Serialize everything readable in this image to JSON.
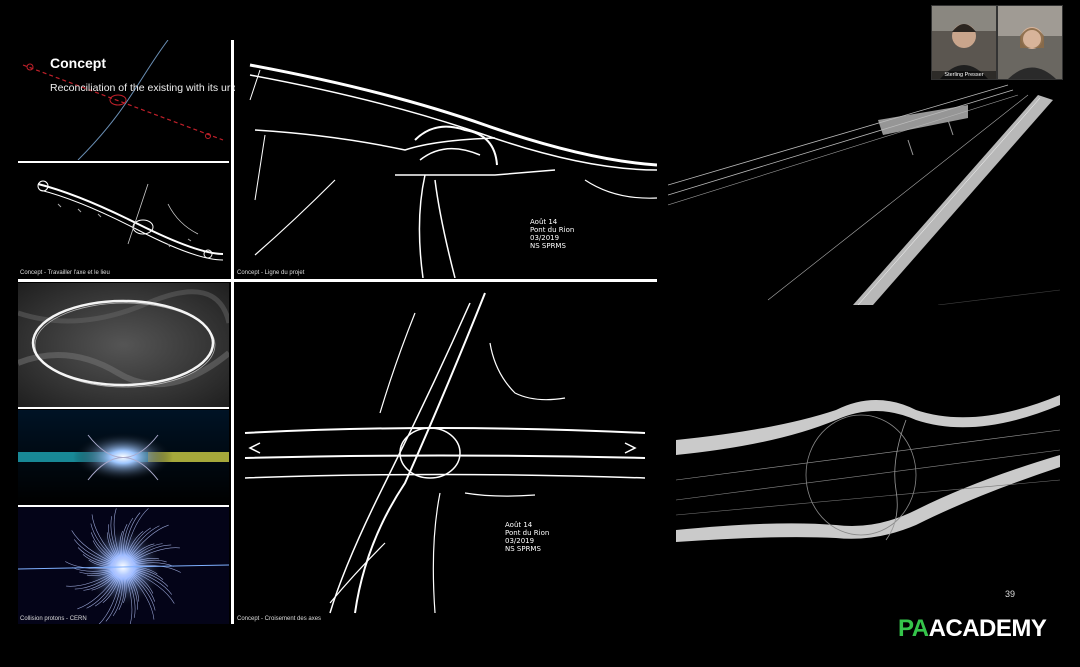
{
  "slide": {
    "title": "Concept",
    "subtitle": "Reconciliation of the existing with its urban and natural landscape",
    "page_number": "39"
  },
  "captions": {
    "sketch_axis": "Concept - Travailler l'axe et le lieu",
    "sketch_line": "Concept - Ligne du projet",
    "sketch_crossing": "Concept - Croisement des axes",
    "cern_collision": "Collision protons - CERN"
  },
  "annotations": {
    "note_top": [
      "Août 14",
      "Pont du Rion",
      "03/2019",
      "NS  SPRMS"
    ],
    "note_bottom": [
      "Août 14",
      "Pont du Rion",
      "03/2019",
      "NS  SPRMS"
    ]
  },
  "video": {
    "participant_1": "Sterling Presser"
  },
  "brand": {
    "logo_pa": "PA",
    "logo_academy": "ACADEMY",
    "accent": "#35c44a"
  },
  "icons": [
    "person-icon",
    "play-icon"
  ]
}
